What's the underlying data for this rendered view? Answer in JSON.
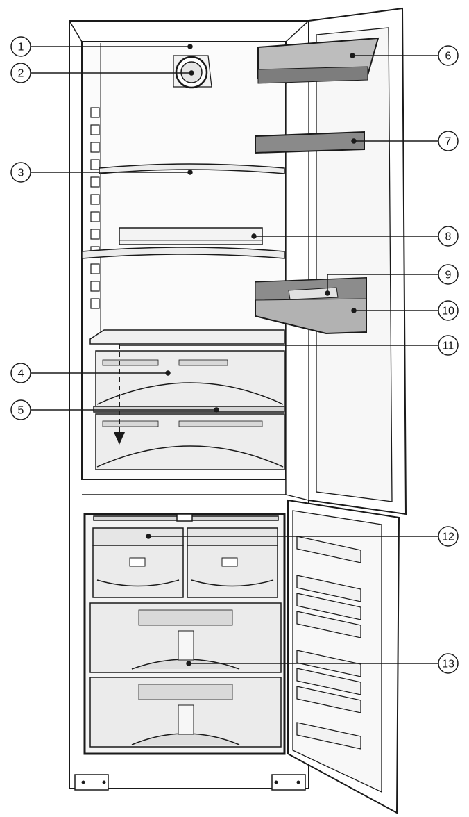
{
  "figure": {
    "callouts": [
      {
        "id": "1",
        "label": "1"
      },
      {
        "id": "2",
        "label": "2"
      },
      {
        "id": "3",
        "label": "3"
      },
      {
        "id": "4",
        "label": "4"
      },
      {
        "id": "5",
        "label": "5"
      },
      {
        "id": "6",
        "label": "6"
      },
      {
        "id": "7",
        "label": "7"
      },
      {
        "id": "8",
        "label": "8"
      },
      {
        "id": "9",
        "label": "9"
      },
      {
        "id": "10",
        "label": "10"
      },
      {
        "id": "11",
        "label": "11"
      },
      {
        "id": "12",
        "label": "12"
      },
      {
        "id": "13",
        "label": "13"
      }
    ]
  },
  "colors": {
    "outline": "#1a1a1a",
    "panel_light": "#efefef",
    "shelf_grey": "#cfcfcf",
    "door_shelf_dark": "#8c8c8c",
    "door_shelf_mid": "#b5b5b5",
    "drawer_fill": "#e9e9e9",
    "background": "#ffffff"
  }
}
